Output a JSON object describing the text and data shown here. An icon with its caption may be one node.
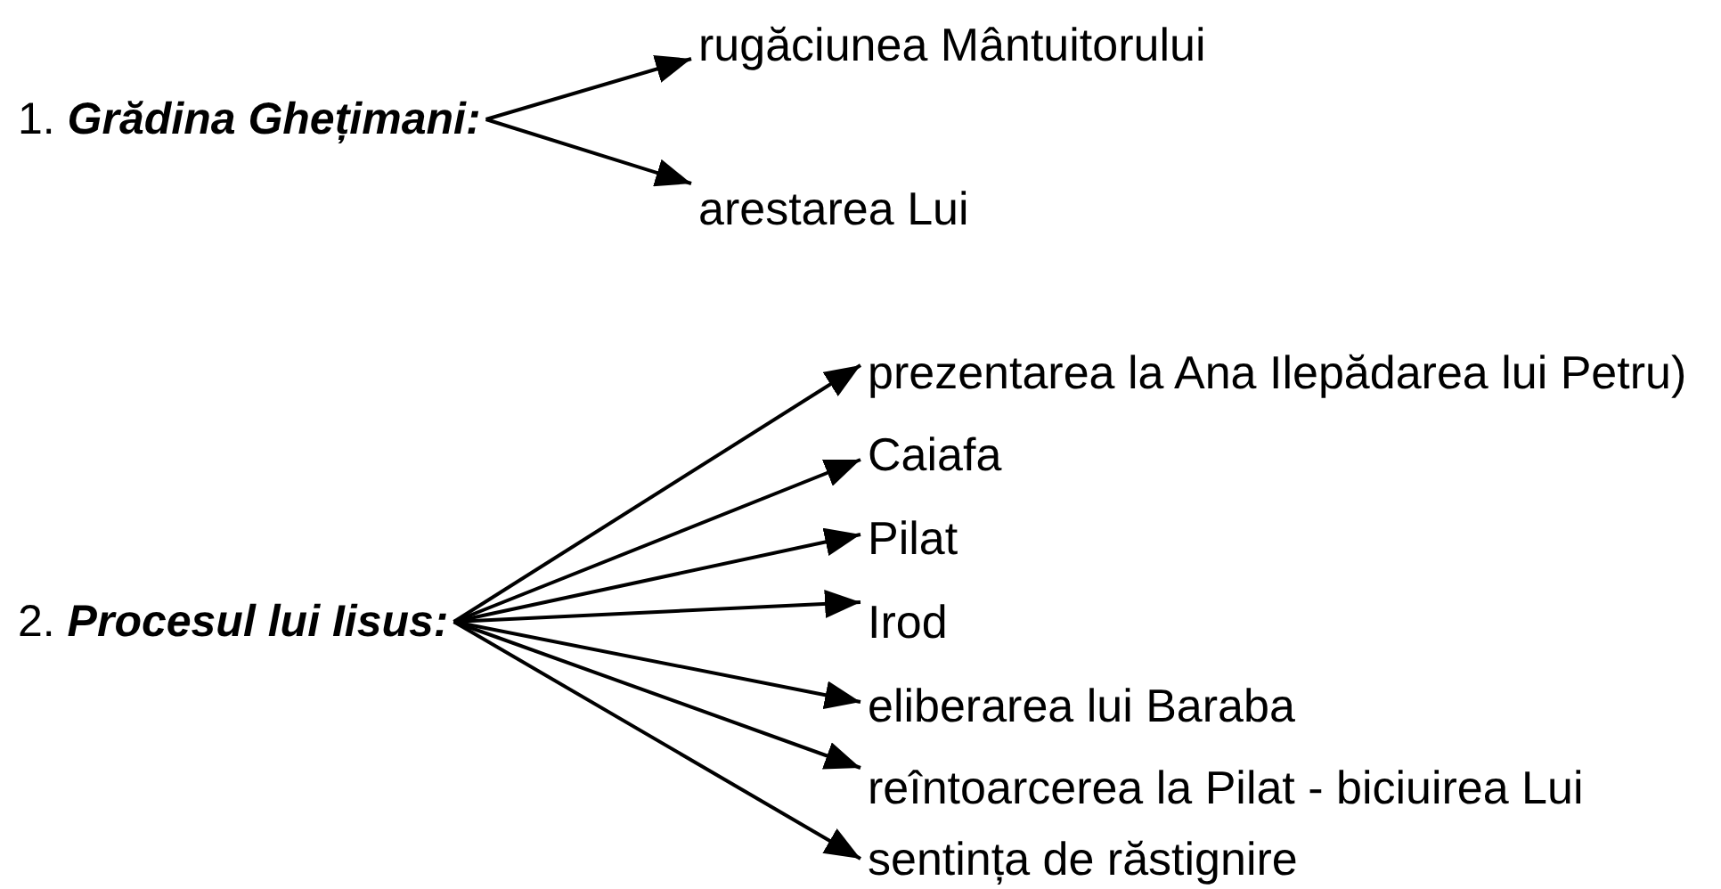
{
  "diagram": {
    "nodes": [
      {
        "text": [
          "1. **Grădina Ghețimani:**"
        ]
      },
      {
        "text": [
          "rugăciunea Mântuitorului"
        ]
      },
      {
        "text": [
          "arestarea Lui"
        ]
      },
      {
        "text": [
          "2. **Procesul lui Iisus:**"
        ]
      },
      {
        "text": [
          "prezentarea la Ana Ilepădarea lui Petru)"
        ]
      },
      {
        "text": [
          "Caiafa"
        ]
      },
      {
        "text": [
          "Pilat"
        ]
      },
      {
        "text": [
          "Irod"
        ]
      },
      {
        "text": [
          "eliberarea lui Baraba"
        ]
      },
      {
        "text": [
          "reîntoarcerea la Pilat - biciuirea Lui"
        ]
      },
      {
        "text": [
          "sentința de răstignire"
        ]
      }
    ],
    "edges": [
      {
        "from": 0,
        "to": 1,
        "arrow": "to"
      },
      {
        "from": 0,
        "to": 2,
        "arrow": "to"
      },
      {
        "from": 3,
        "to": 4,
        "arrow": "to"
      },
      {
        "from": 3,
        "to": 5,
        "arrow": "to"
      },
      {
        "from": 3,
        "to": 6,
        "arrow": "to"
      },
      {
        "from": 3,
        "to": 7,
        "arrow": "to"
      },
      {
        "from": 3,
        "to": 8,
        "arrow": "to"
      },
      {
        "from": 3,
        "to": 9,
        "arrow": "to"
      },
      {
        "from": 3,
        "to": 10,
        "arrow": "to"
      }
    ]
  }
}
